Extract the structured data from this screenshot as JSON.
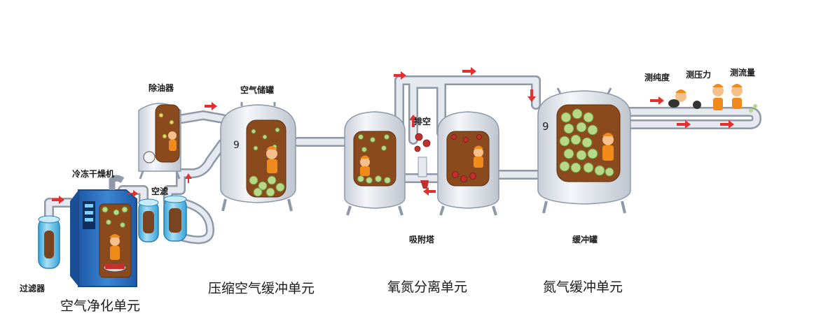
{
  "labels": {
    "filter": "过滤器",
    "dryer": "冷冻干燥机",
    "adsorber": "空滤",
    "degreaser": "除油器",
    "air_tank": "空气储罐",
    "vent": "排空",
    "tower": "吸附塔",
    "buffer": "缓冲罐",
    "purity": "测纯度",
    "pressure": "测压力",
    "flow": "测流量"
  },
  "units": {
    "purification": "空气净化单元",
    "compressed": "压缩空气缓冲单元",
    "separation": "氧氮分离单元",
    "nitrogen": "氮气缓冲单元"
  },
  "colors": {
    "pipe": "#dfe3ea",
    "pipe_edge": "#8e98a6",
    "tank": "#e8ebf1",
    "window": "#8a4a1d",
    "arrow": "#e03030",
    "dryer_blue": "#2d6fc0",
    "cyan": "#6fc7ea",
    "green": "#b7d987",
    "worker_orange": "#f08a1a"
  }
}
